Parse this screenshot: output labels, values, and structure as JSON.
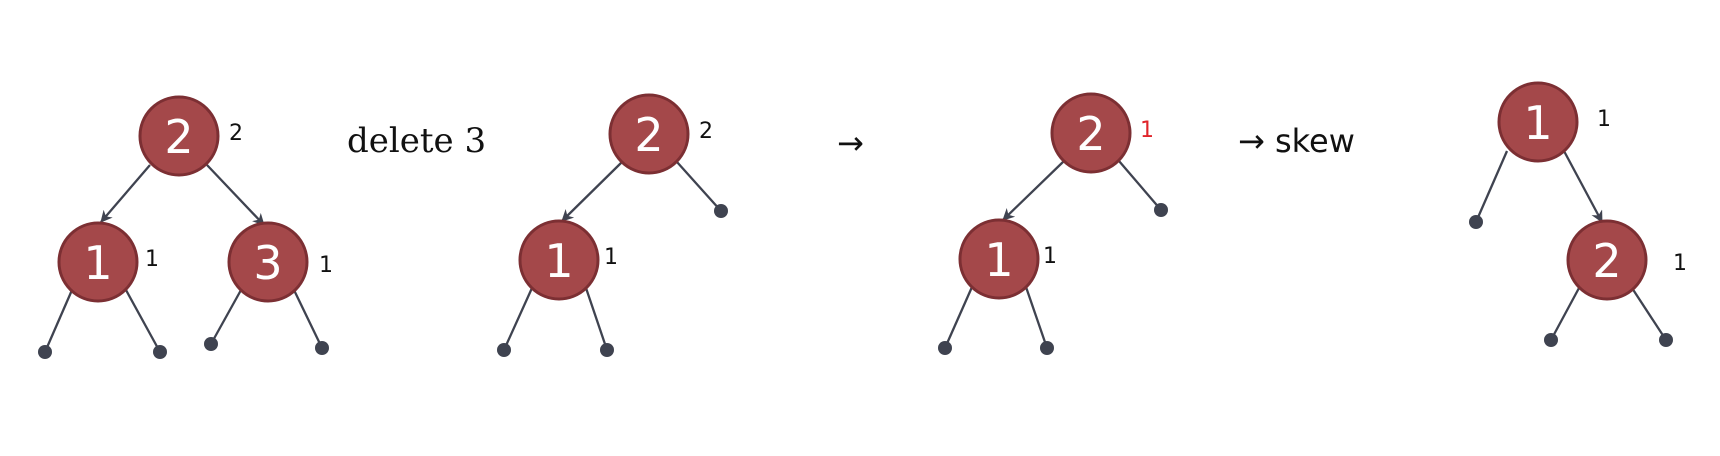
{
  "colors": {
    "node_fill": "#a4484a",
    "node_stroke": "#7c2f33",
    "edge": "#3f4350",
    "level_default": "#111111",
    "level_highlight": "#e0242a"
  },
  "operations": {
    "delete": "delete 3",
    "arrow": "→",
    "skew": "→ skew"
  },
  "trees": [
    {
      "nodes": [
        {
          "value": "2",
          "level": "2",
          "highlight": false
        },
        {
          "value": "1",
          "level": "1",
          "highlight": false
        },
        {
          "value": "3",
          "level": "1",
          "highlight": false
        }
      ]
    },
    {
      "nodes": [
        {
          "value": "2",
          "level": "2",
          "highlight": false
        },
        {
          "value": "1",
          "level": "1",
          "highlight": false
        }
      ]
    },
    {
      "nodes": [
        {
          "value": "2",
          "level": "1",
          "highlight": true
        },
        {
          "value": "1",
          "level": "1",
          "highlight": false
        }
      ]
    },
    {
      "nodes": [
        {
          "value": "1",
          "level": "1",
          "highlight": false
        },
        {
          "value": "2",
          "level": "1",
          "highlight": false
        }
      ]
    }
  ]
}
